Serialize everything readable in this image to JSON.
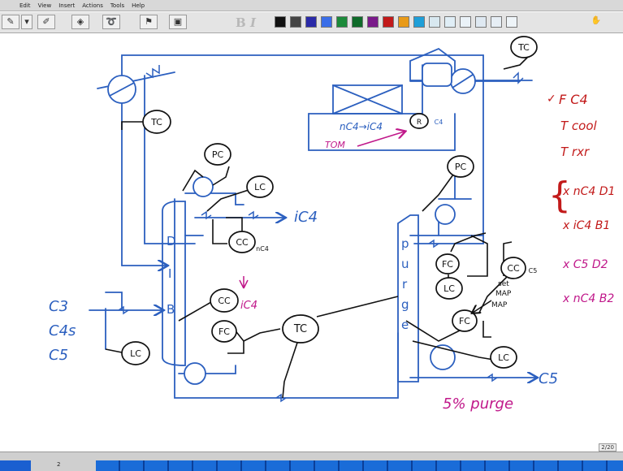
{
  "menu": [
    "Edit",
    "View",
    "Insert",
    "Actions",
    "Tools",
    "Help"
  ],
  "toolbar": {
    "bold": "B",
    "italic": "I",
    "colors": [
      "#111111",
      "#444444",
      "#2a2aa8",
      "#3a6ee8",
      "#1c8a3a",
      "#0f6b2a",
      "#7a1a8a",
      "#c21a1a",
      "#e89a18",
      "#1f9fd8",
      "#d8e8f0",
      "#e0eef6",
      "#eaf2f8",
      "#dfe9f2",
      "#e6eef5",
      "#eef4f8"
    ]
  },
  "diagram": {
    "column1": {
      "letters": [
        "D",
        "I",
        "B"
      ]
    },
    "column2": {
      "letters": [
        "p",
        "u",
        "r",
        "g",
        "e"
      ]
    },
    "feeds": [
      "C3",
      "C4s",
      "C5"
    ],
    "controllers": {
      "tc_top": "TC",
      "tc_left": "TC",
      "pc_left": "PC",
      "lc_left_top": "LC",
      "cc_left": "CC",
      "cc_left_sub": "nC4",
      "cc_mid": "CC",
      "cc_mid_label": "iC4",
      "fc_left": "FC",
      "lc_left_bottom": "LC",
      "tc_center": "TC",
      "pc_right": "PC",
      "fc_right": "FC",
      "lc_right": "LC",
      "cc_right": "CC",
      "cc_right_sub": "C5",
      "fc_right_bottom": "FC",
      "lc_right_bottom": "LC",
      "r_reactor": "R",
      "r_sub": "C4"
    },
    "streams": {
      "ic4_out": "iC4",
      "c5_out": "C5",
      "reaction": "nC4→iC4",
      "reactor_input": "TOM",
      "sp_label": "set",
      "map_label": "MAP",
      "map_label2": "MAP",
      "purge_note": "5% purge"
    },
    "variables": [
      "F C4",
      "T cool",
      "T rxr",
      "x nC4 D1",
      "x iC4 B1",
      "x C5 D2",
      "x nC4 B2"
    ]
  },
  "page_indicator": "2/20",
  "status": {
    "page": "2"
  }
}
